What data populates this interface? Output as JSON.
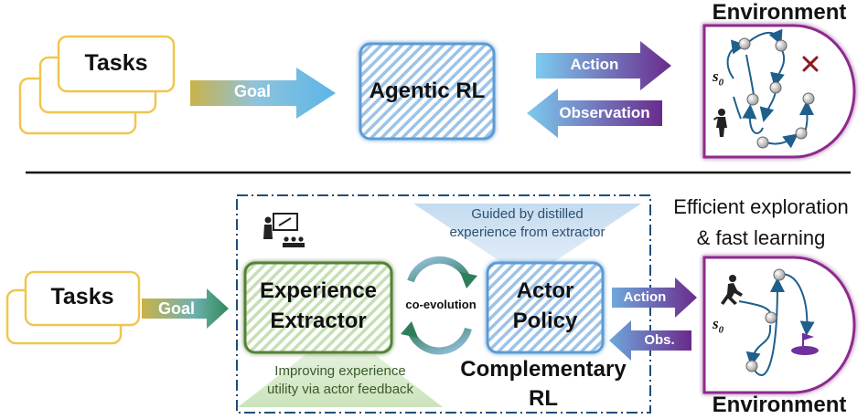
{
  "top": {
    "tasks_label": "Tasks",
    "goal_label": "Goal",
    "agent_label": "Agentic RL",
    "action_label": "Action",
    "observation_label": "Observation",
    "environment_title": "Environment",
    "start_state_label": "s",
    "start_state_sub": "0"
  },
  "bottom": {
    "tasks_label": "Tasks",
    "goal_label": "Goal",
    "guided_text": [
      "Guided by distilled",
      "experience from extractor"
    ],
    "extractor_label": [
      "Experience",
      "Extractor"
    ],
    "coevolution_label": "co-evolution",
    "actor_label": [
      "Actor",
      "Policy"
    ],
    "improving_text": [
      "Improving experience",
      "utility via actor feedback"
    ],
    "framework_label": [
      "Complementary",
      "RL"
    ],
    "action_label": "Action",
    "obs_label": "Obs.",
    "efficient_text": [
      "Efficient exploration",
      "& fast learning"
    ],
    "environment_title": "Environment",
    "start_state_label": "s",
    "start_state_sub": "0"
  },
  "colors": {
    "task_border": "#f0c64e",
    "agent_blue": "#5b9bd5",
    "hatch_blue": "#9dc3e6",
    "green": "#548235",
    "hatch_green": "#c5e0b4",
    "env_border": "#8e2a8e",
    "dashed_frame": "#1f4e79",
    "path_teal": "#1f5f8b",
    "goal_purple": "#7030a0"
  }
}
